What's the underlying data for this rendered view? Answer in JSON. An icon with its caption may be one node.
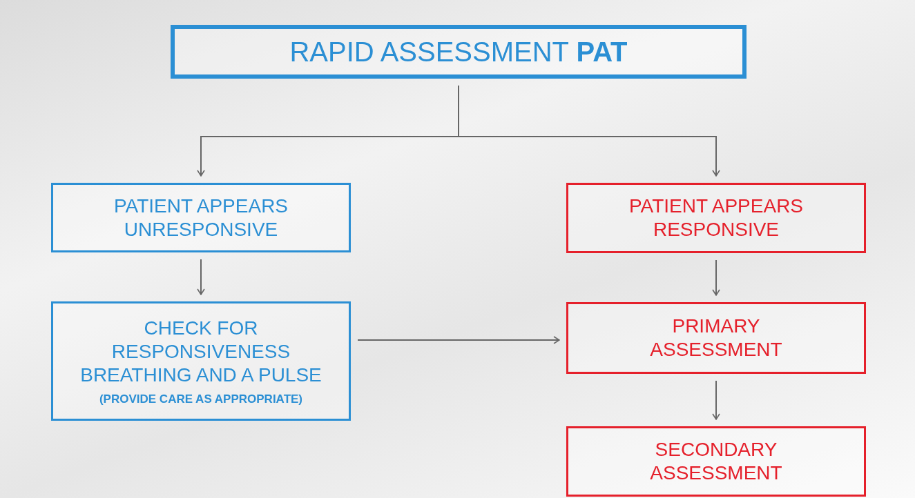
{
  "diagram": {
    "nodes": [
      {
        "text": [
          "RAPID ASSESSMENT **PAT**"
        ]
      },
      {
        "text": [
          "PATIENT APPEARS UNRESPONSIVE"
        ]
      },
      {
        "text": [
          "PATIENT APPEARS RESPONSIVE"
        ]
      },
      {
        "text": [
          "CHECK FOR RESPONSIVENESS BREATHING AND A PULSE",
          "(PROVIDE CARE AS APPROPRIATE)"
        ]
      },
      {
        "text": [
          "PRIMARY ASSESSMENT"
        ]
      },
      {
        "text": [
          "SECONDARY ASSESSMENT"
        ]
      }
    ],
    "edges": [
      {
        "from": 0,
        "to": 1,
        "arrow": "to"
      },
      {
        "from": 0,
        "to": 2,
        "arrow": "to"
      },
      {
        "from": 1,
        "to": 3,
        "arrow": "to"
      },
      {
        "from": 3,
        "to": 4,
        "arrow": "to"
      },
      {
        "from": 2,
        "to": 4,
        "arrow": "to"
      },
      {
        "from": 4,
        "to": 5,
        "arrow": "to"
      }
    ]
  }
}
